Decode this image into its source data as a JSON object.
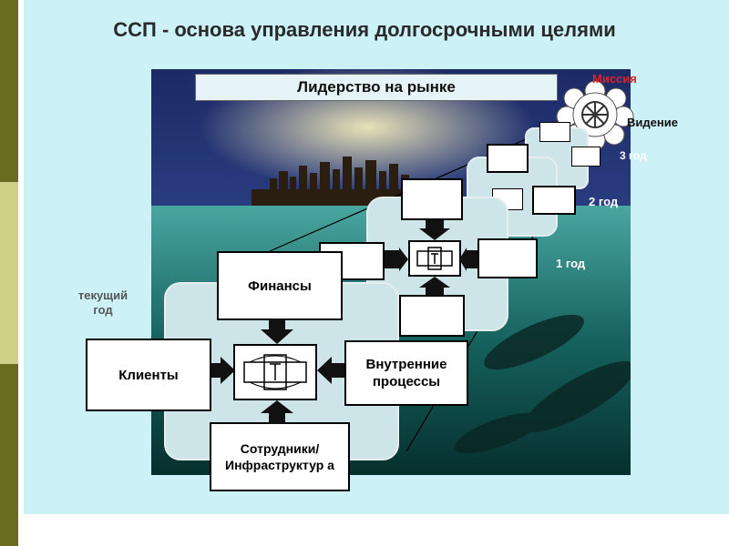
{
  "slide": {
    "title": "ССП - основа управления долгосрочными целями",
    "banner": "Лидерство на рынке",
    "labels": {
      "mission": "Миссия",
      "vision": "Видение",
      "year3": "3 год",
      "year2": "2 год",
      "year1": "1 год",
      "current_year": "текущий\nгод"
    },
    "boxes": {
      "finance": "Финансы",
      "clients": "Клиенты",
      "internal": "Внутренние процессы",
      "staff": "Сотрудники/ Инфраструктур а"
    }
  },
  "colors": {
    "stripe_top": "#6b6b1f",
    "stripe_mid": "#cfcf88",
    "slide_bg": "#ccf2f8",
    "mission_red": "#e0202a",
    "group_fill": "#cde4e8"
  }
}
